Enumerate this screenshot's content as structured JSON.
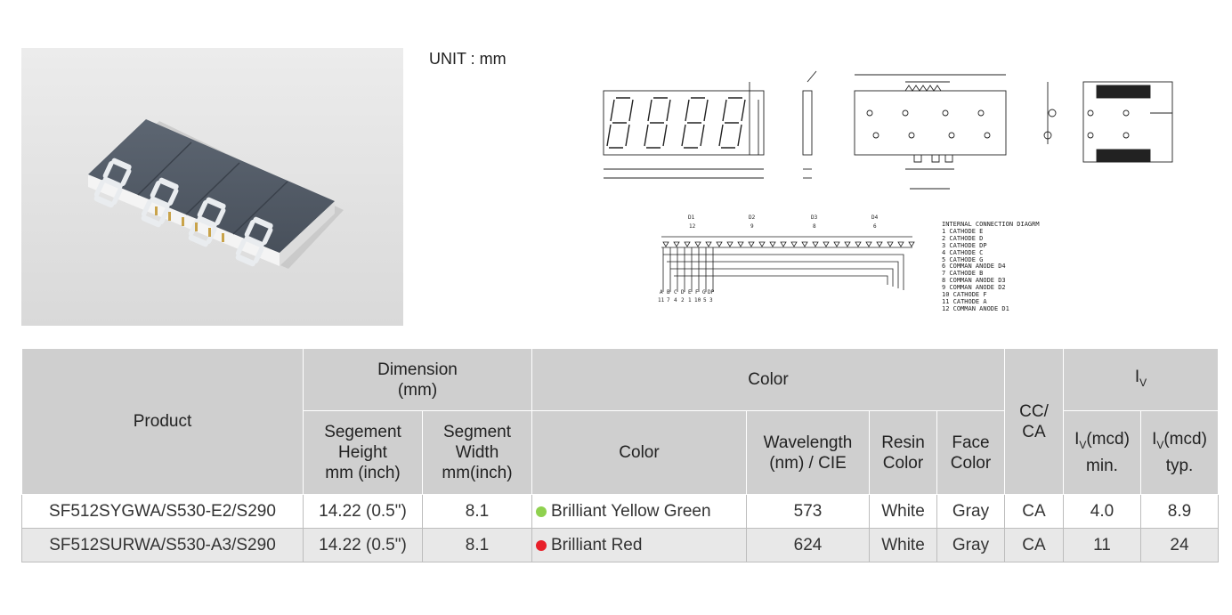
{
  "unit_label": "UNIT : mm",
  "connection_diagram": {
    "title": "INTERNAL CONNECTION DIAGRM",
    "pins": [
      "1 CATHODE E",
      "2 CATHODE D",
      "3 CATHODE DP",
      "4 CATHODE C",
      "5 CATHODE G",
      "6 COMMAN ANODE D4",
      "7 CATHODE B",
      "8 COMMAN ANODE D3",
      "9 COMMAN ANODE D2",
      "10 CATHODE F",
      "11 CATHODE A",
      "12 COMMAN ANODE D1"
    ],
    "digits": [
      "D1",
      "D2",
      "D3",
      "D4"
    ],
    "digit_pins": [
      "12",
      "9",
      "8",
      "6"
    ],
    "segment_letters": [
      "A",
      "B",
      "C",
      "D",
      "E",
      "F",
      "G",
      "DP"
    ],
    "segment_pins": [
      "11",
      "7",
      "4",
      "2",
      "1",
      "10",
      "5",
      "3"
    ]
  },
  "table": {
    "headers": {
      "product": "Product",
      "dimension": "Dimension\n(mm)",
      "color_group": "Color",
      "cc_ca": "CC/\nCA",
      "iv_group_main": "I",
      "iv_group_sub": "V",
      "segment_height": "Segement\nHeight\nmm (inch)",
      "segment_width": "Segment\nWidth\nmm(inch)",
      "color": "Color",
      "wavelength": "Wavelength\n(nm) / CIE",
      "resin_color": "Resin\nColor",
      "face_color": "Face\nColor",
      "iv_min_main": "I",
      "iv_min_sub": "V",
      "iv_min_rest": "(mcd)\nmin.",
      "iv_typ_main": "I",
      "iv_typ_sub": "V",
      "iv_typ_rest": "(mcd)\ntyp."
    },
    "rows": [
      {
        "product": "SF512SYGWA/S530-E2/S290",
        "segment_height": "14.22 (0.5\")",
        "segment_width": "8.1",
        "color": "Brilliant Yellow Green",
        "color_dot": "#8fd14f",
        "wavelength": "573",
        "resin_color": "White",
        "face_color": "Gray",
        "cc_ca": "CA",
        "iv_min": "4.0",
        "iv_typ": "8.9"
      },
      {
        "product": "SF512SURWA/S530-A3/S290",
        "segment_height": "14.22 (0.5\")",
        "segment_width": "8.1",
        "color": "Brilliant Red",
        "color_dot": "#e8202a",
        "wavelength": "624",
        "resin_color": "White",
        "face_color": "Gray",
        "cc_ca": "CA",
        "iv_min": "11",
        "iv_typ": "24"
      }
    ]
  }
}
